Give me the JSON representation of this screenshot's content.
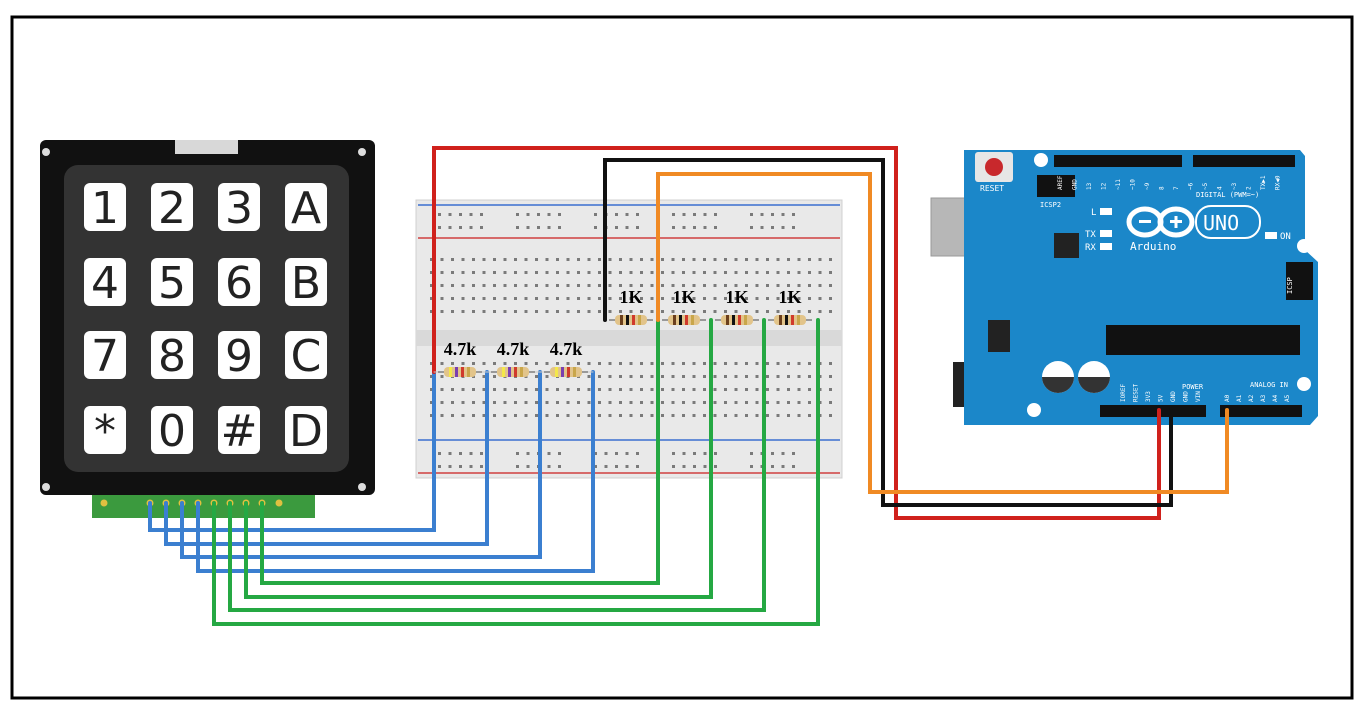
{
  "keypad": {
    "keys": [
      [
        "1",
        "2",
        "3",
        "A"
      ],
      [
        "4",
        "5",
        "6",
        "B"
      ],
      [
        "7",
        "8",
        "9",
        "C"
      ],
      [
        "*",
        "0",
        "#",
        "D"
      ]
    ]
  },
  "resistors": {
    "pulldown": [
      "4.7k",
      "4.7k",
      "4.7k"
    ],
    "series": [
      "1K",
      "1K",
      "1K",
      "1K"
    ]
  },
  "arduino": {
    "reset": "RESET",
    "icsp2": "ICSP2",
    "brand": "Arduino",
    "model": "UNO",
    "led_l": "L",
    "led_tx": "TX",
    "led_rx": "RX",
    "on": "ON",
    "icsp": "ICSP",
    "digital": "DIGITAL (PWM=~)",
    "power": "POWER",
    "analog": "ANALOG IN",
    "digital_pins": [
      "AREF",
      "GND",
      "13",
      "12",
      "~11",
      "~10",
      "~9",
      "8",
      "7",
      "~6",
      "~5",
      "4",
      "~3",
      "2",
      "TX▶1",
      "RX◀0"
    ],
    "power_pins": [
      "IOREF",
      "RESET",
      "3V3",
      "5V",
      "GND",
      "GND",
      "VIN"
    ],
    "analog_pins": [
      "A0",
      "A1",
      "A2",
      "A3",
      "A4",
      "A5"
    ]
  },
  "colors": {
    "red_wire": "#d0211c",
    "black_wire": "#111111",
    "orange_wire": "#f08a24",
    "blue_wire": "#3b7fd0",
    "green_wire": "#25a843",
    "board": "#1b87c9",
    "keypad_body": "#111111"
  }
}
